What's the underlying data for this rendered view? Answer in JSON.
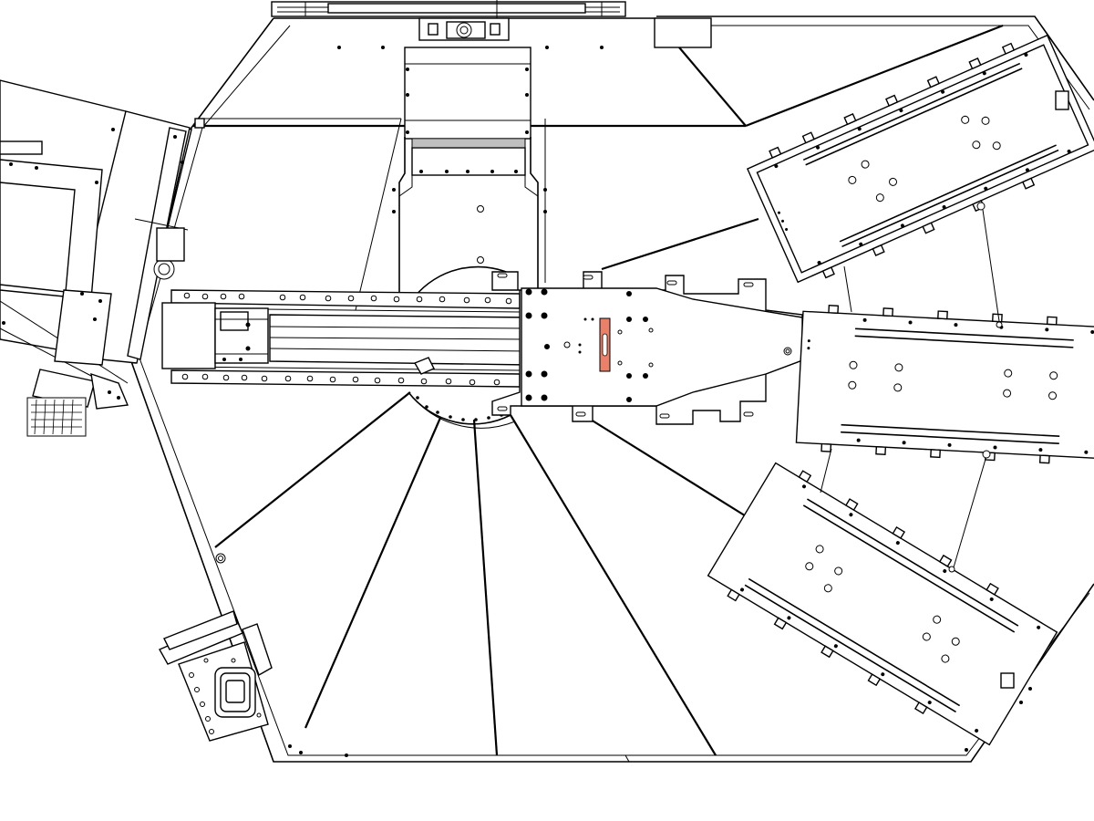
{
  "diagram": {
    "colors": {
      "line": "#000000",
      "background": "#ffffff",
      "highlight_part": "#e9806a"
    },
    "parts": [
      "enclosure-frame",
      "top-mount-bracket",
      "center-lift-column",
      "gantry-rail-assembly",
      "carriage-plate",
      "slide-plate",
      "highlighted-slot-part",
      "tray-upper-right",
      "tray-middle-right",
      "tray-lower-right",
      "left-dock-module",
      "lower-left-connector"
    ]
  }
}
